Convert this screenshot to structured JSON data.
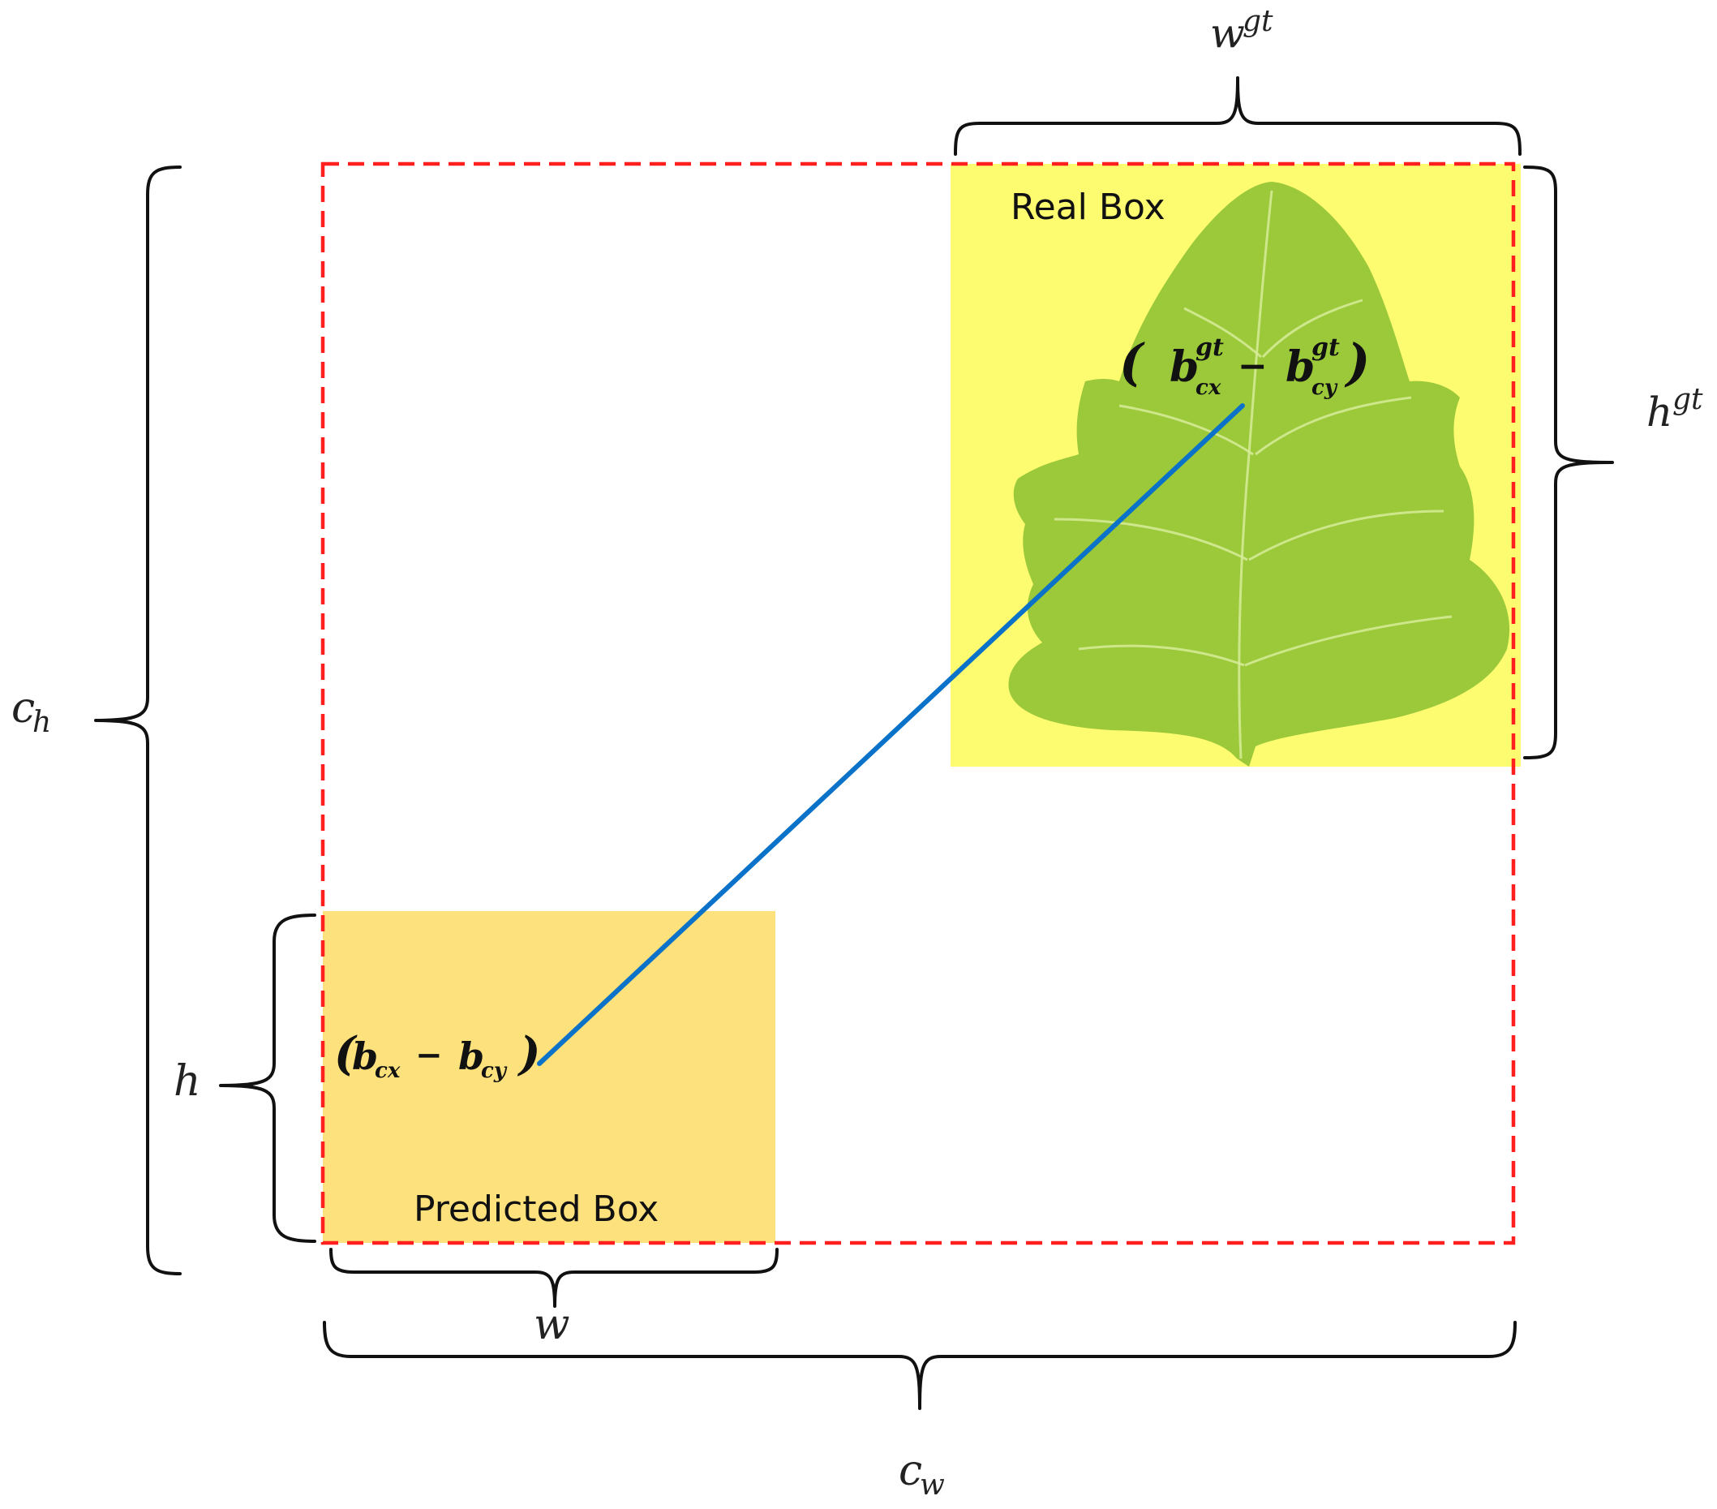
{
  "colors": {
    "enclosing_box": "#ff1f1f",
    "real_box_fill": "#fdfb6f",
    "predicted_box_fill": "#fde17c",
    "center_line": "#0a72c8",
    "leaf": "#9bc93a",
    "brace": "#111111"
  },
  "labels": {
    "real_box": "Real Box",
    "predicted_box": "Predicted Box",
    "w_gt_base": "w",
    "w_gt_sup": "gt",
    "h_gt_base": "h",
    "h_gt_sup": "gt",
    "c_h_base": "c",
    "c_h_sub": "h",
    "c_w_base": "c",
    "c_w_sub": "w",
    "h": "h",
    "w": "w"
  },
  "formulas": {
    "gt_center": {
      "open": "(",
      "b1": "b",
      "b1_sup": "gt",
      "b1_sub": "cx",
      "minus": "−",
      "b2": "b",
      "b2_sup": "gt",
      "b2_sub": "cy",
      "close": ")"
    },
    "pred_center": {
      "open": "(",
      "b1": "b",
      "b1_sub": "cx",
      "minus": "−",
      "b2": "b",
      "b2_sub": "cy",
      "close": ")"
    }
  }
}
